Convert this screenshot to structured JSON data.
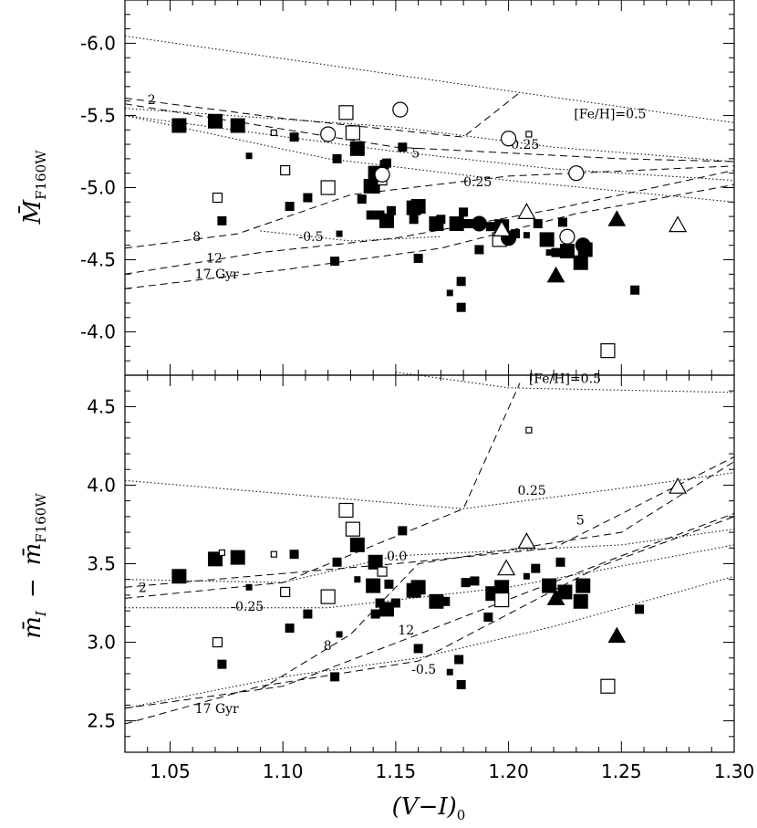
{
  "chart_data": [
    {
      "type": "scatter",
      "panel": "top",
      "ylabel": "M̄",
      "ylabel_sub": "F160W",
      "xlim": [
        1.03,
        1.3
      ],
      "ylim": [
        -6.3,
        -3.7
      ],
      "y_inverted": true,
      "yticks": [
        "-6.0",
        "-5.5",
        "-5.0",
        "-4.5",
        "-4.0"
      ],
      "ytick_values": [
        -6.0,
        -5.5,
        -5.0,
        -4.5,
        -4.0
      ],
      "annotations": [
        "[Fe/H]=0.5",
        "0.25",
        "0.25",
        "2",
        "5",
        "8",
        "12",
        "17 Gyr",
        "-0.5"
      ],
      "series": [
        {
          "marker": "filled-square-large",
          "points": [
            [
              1.054,
              -5.43
            ],
            [
              1.07,
              -5.46
            ],
            [
              1.08,
              -5.43
            ],
            [
              1.133,
              -5.27
            ],
            [
              1.141,
              -5.1
            ],
            [
              1.139,
              -5.01
            ],
            [
              1.146,
              -4.77
            ],
            [
              1.158,
              -4.86
            ],
            [
              1.16,
              -4.87
            ],
            [
              1.168,
              -4.75
            ],
            [
              1.177,
              -4.75
            ],
            [
              1.197,
              -4.73
            ],
            [
              1.217,
              -4.64
            ],
            [
              1.226,
              -4.56
            ],
            [
              1.232,
              -4.48
            ],
            [
              1.234,
              -4.57
            ]
          ]
        },
        {
          "marker": "filled-square-small",
          "points": [
            [
              1.073,
              -4.77
            ],
            [
              1.103,
              -4.87
            ],
            [
              1.105,
              -5.35
            ],
            [
              1.111,
              -4.93
            ],
            [
              1.123,
              -4.49
            ],
            [
              1.124,
              -5.2
            ],
            [
              1.135,
              -4.92
            ],
            [
              1.139,
              -4.81
            ],
            [
              1.141,
              -4.99
            ],
            [
              1.143,
              -4.81
            ],
            [
              1.145,
              -5.16
            ],
            [
              1.146,
              -5.17
            ],
            [
              1.148,
              -4.84
            ],
            [
              1.153,
              -5.28
            ],
            [
              1.158,
              -4.78
            ],
            [
              1.16,
              -4.51
            ],
            [
              1.17,
              -4.78
            ],
            [
              1.18,
              -4.83
            ],
            [
              1.182,
              -4.75
            ],
            [
              1.183,
              -4.75
            ],
            [
              1.187,
              -4.57
            ],
            [
              1.192,
              -4.73
            ],
            [
              1.196,
              -4.66
            ],
            [
              1.203,
              -4.68
            ],
            [
              1.213,
              -4.75
            ],
            [
              1.221,
              -4.55
            ],
            [
              1.224,
              -4.76
            ],
            [
              1.256,
              -4.29
            ],
            [
              1.179,
              -4.35
            ],
            [
              1.179,
              -4.17
            ]
          ]
        },
        {
          "marker": "filled-square-tiny",
          "points": [
            [
              1.085,
              -5.22
            ],
            [
              1.125,
              -4.68
            ],
            [
              1.174,
              -4.27
            ],
            [
              1.208,
              -4.67
            ],
            [
              1.218,
              -4.55
            ]
          ]
        },
        {
          "marker": "open-square-large",
          "points": [
            [
              1.12,
              -5.0
            ],
            [
              1.128,
              -5.52
            ],
            [
              1.131,
              -5.38
            ],
            [
              1.196,
              -4.64
            ],
            [
              1.244,
              -3.87
            ]
          ]
        },
        {
          "marker": "open-square-small",
          "points": [
            [
              1.071,
              -4.93
            ],
            [
              1.101,
              -5.12
            ],
            [
              1.144,
              -5.05
            ]
          ]
        },
        {
          "marker": "open-square-tiny",
          "points": [
            [
              1.096,
              -5.38
            ],
            [
              1.209,
              -5.37
            ]
          ]
        },
        {
          "marker": "open-circle",
          "points": [
            [
              1.12,
              -5.37
            ],
            [
              1.152,
              -5.54
            ],
            [
              1.2,
              -5.34
            ],
            [
              1.144,
              -5.09
            ],
            [
              1.226,
              -4.66
            ],
            [
              1.23,
              -5.1
            ]
          ]
        },
        {
          "marker": "filled-circle",
          "points": [
            [
              1.187,
              -4.75
            ],
            [
              1.2,
              -4.65
            ],
            [
              1.233,
              -4.6
            ]
          ]
        },
        {
          "marker": "open-triangle",
          "points": [
            [
              1.208,
              -4.83
            ],
            [
              1.197,
              -4.71
            ],
            [
              1.275,
              -4.74
            ]
          ]
        },
        {
          "marker": "filled-triangle",
          "points": [
            [
              1.221,
              -4.39
            ],
            [
              1.248,
              -4.78
            ]
          ]
        }
      ]
    },
    {
      "type": "scatter",
      "panel": "bottom",
      "xlabel": "(V−I)",
      "xlabel_sub": "0",
      "ylabel": "m̄",
      "ylabel_sub1": "I",
      "ylabel_minus": "−",
      "ylabel2": "m̄",
      "ylabel_sub2": "F160W",
      "xlim": [
        1.03,
        1.3
      ],
      "ylim": [
        2.3,
        4.7
      ],
      "xticks": [
        "1.05",
        "1.10",
        "1.15",
        "1.20",
        "1.25",
        "1.30"
      ],
      "xtick_values": [
        1.05,
        1.1,
        1.15,
        1.2,
        1.25,
        1.3
      ],
      "yticks": [
        "2.5",
        "3.0",
        "3.5",
        "4.0",
        "4.5"
      ],
      "ytick_values": [
        2.5,
        3.0,
        3.5,
        4.0,
        4.5
      ],
      "annotations": [
        "[Fe/H]=0.5",
        "0.25",
        "0.0",
        "-0.25",
        "-0.5",
        "2",
        "5",
        "8",
        "12",
        "17 Gyr"
      ],
      "series": [
        {
          "marker": "filled-square-large",
          "points": [
            [
              1.054,
              3.42
            ],
            [
              1.07,
              3.53
            ],
            [
              1.08,
              3.54
            ],
            [
              1.133,
              3.62
            ],
            [
              1.141,
              3.51
            ],
            [
              1.14,
              3.36
            ],
            [
              1.146,
              3.21
            ],
            [
              1.158,
              3.33
            ],
            [
              1.16,
              3.35
            ],
            [
              1.168,
              3.26
            ],
            [
              1.193,
              3.31
            ],
            [
              1.197,
              3.35
            ],
            [
              1.218,
              3.36
            ],
            [
              1.225,
              3.32
            ],
            [
              1.233,
              3.36
            ],
            [
              1.232,
              3.26
            ]
          ]
        },
        {
          "marker": "filled-square-small",
          "points": [
            [
              1.073,
              2.86
            ],
            [
              1.103,
              3.09
            ],
            [
              1.105,
              3.56
            ],
            [
              1.111,
              3.18
            ],
            [
              1.123,
              2.78
            ],
            [
              1.124,
              3.51
            ],
            [
              1.141,
              3.18
            ],
            [
              1.143,
              3.25
            ],
            [
              1.147,
              3.37
            ],
            [
              1.15,
              3.25
            ],
            [
              1.153,
              3.71
            ],
            [
              1.16,
              2.96
            ],
            [
              1.172,
              3.26
            ],
            [
              1.178,
              2.89
            ],
            [
              1.179,
              2.73
            ],
            [
              1.181,
              3.38
            ],
            [
              1.185,
              3.39
            ],
            [
              1.191,
              3.16
            ],
            [
              1.196,
              3.31
            ],
            [
              1.212,
              3.47
            ],
            [
              1.223,
              3.51
            ],
            [
              1.258,
              3.21
            ]
          ]
        },
        {
          "marker": "filled-square-tiny",
          "points": [
            [
              1.085,
              3.35
            ],
            [
              1.125,
              3.05
            ],
            [
              1.133,
              3.4
            ],
            [
              1.174,
              2.81
            ],
            [
              1.208,
              3.42
            ],
            [
              1.218,
              3.35
            ]
          ]
        },
        {
          "marker": "open-square-large",
          "points": [
            [
              1.12,
              3.29
            ],
            [
              1.128,
              3.84
            ],
            [
              1.131,
              3.72
            ],
            [
              1.197,
              3.27
            ],
            [
              1.244,
              2.72
            ]
          ]
        },
        {
          "marker": "open-square-small",
          "points": [
            [
              1.071,
              3.0
            ],
            [
              1.101,
              3.32
            ],
            [
              1.144,
              3.45
            ]
          ]
        },
        {
          "marker": "open-square-tiny",
          "points": [
            [
              1.073,
              3.57
            ],
            [
              1.096,
              3.56
            ],
            [
              1.209,
              4.35
            ]
          ]
        },
        {
          "marker": "open-triangle",
          "points": [
            [
              1.199,
              3.47
            ],
            [
              1.208,
              3.64
            ],
            [
              1.275,
              3.99
            ]
          ]
        },
        {
          "marker": "filled-triangle",
          "points": [
            [
              1.221,
              3.28
            ],
            [
              1.248,
              3.04
            ]
          ]
        }
      ]
    }
  ]
}
